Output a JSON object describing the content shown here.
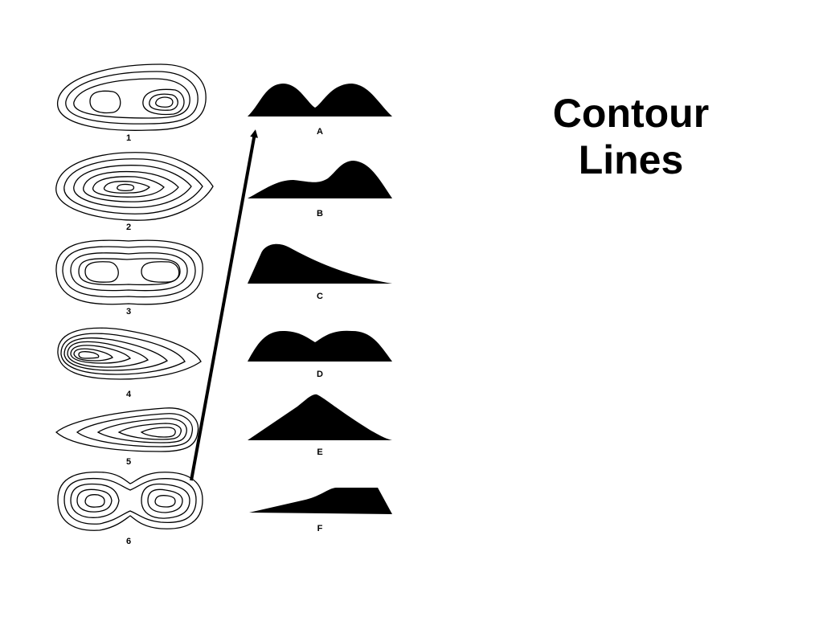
{
  "title": {
    "line1": "Contour",
    "line2": "Lines"
  },
  "contour_maps": [
    {
      "label": "1"
    },
    {
      "label": "2"
    },
    {
      "label": "3"
    },
    {
      "label": "4"
    },
    {
      "label": "5"
    },
    {
      "label": "6"
    }
  ],
  "profiles": [
    {
      "label": "A"
    },
    {
      "label": "B"
    },
    {
      "label": "C"
    },
    {
      "label": "D"
    },
    {
      "label": "E"
    },
    {
      "label": "F"
    }
  ],
  "colors": {
    "ink": "#000000",
    "background": "#ffffff"
  }
}
